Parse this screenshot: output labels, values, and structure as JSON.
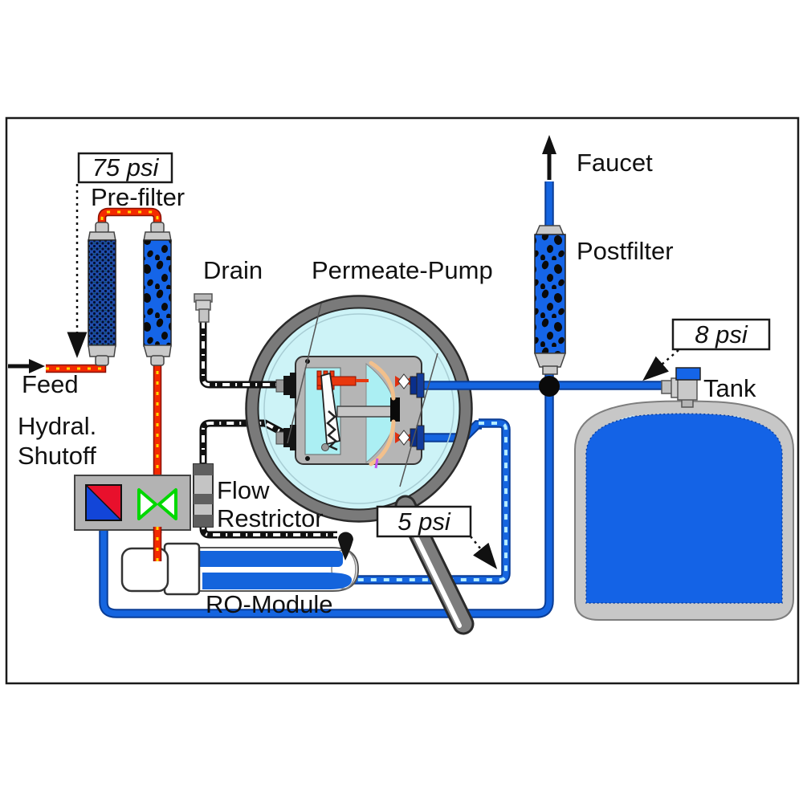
{
  "diagram": {
    "type": "reverse-osmosis-system-schematic",
    "labels": {
      "feed": "Feed",
      "pre_filter": "Pre-filter",
      "hydral_shutoff": {
        "line1": "Hydral.",
        "line2": "Shutoff"
      },
      "drain": "Drain",
      "permeate_pump": "Permeate-Pump",
      "flow_restrictor": {
        "line1": "Flow",
        "line2": "Restrictor"
      },
      "ro_module": "RO-Module",
      "faucet": "Faucet",
      "postfilter": "Postfilter",
      "tank": "Tank"
    },
    "pressures": {
      "feed_pressure": "75 psi",
      "permeate_pressure": "5 psi",
      "tank_pressure": "8 psi"
    },
    "colors": {
      "feed_pipe_red": "#f42a00",
      "feed_pipe_dash_yellow": "#ffd800",
      "drain_pipe_black": "#111111",
      "permeate_pipe_blue": "#1565e0",
      "low_pressure_dash_cyan": "#b5ecff",
      "pump_interior_cyan": "#cdf3f7",
      "tank_water_blue": "#1463e6",
      "shell_gray": "#c7c7c7",
      "valve_green": "#00d800",
      "shutoff_red": "#e8102c",
      "shutoff_blue": "#1245d8"
    }
  }
}
